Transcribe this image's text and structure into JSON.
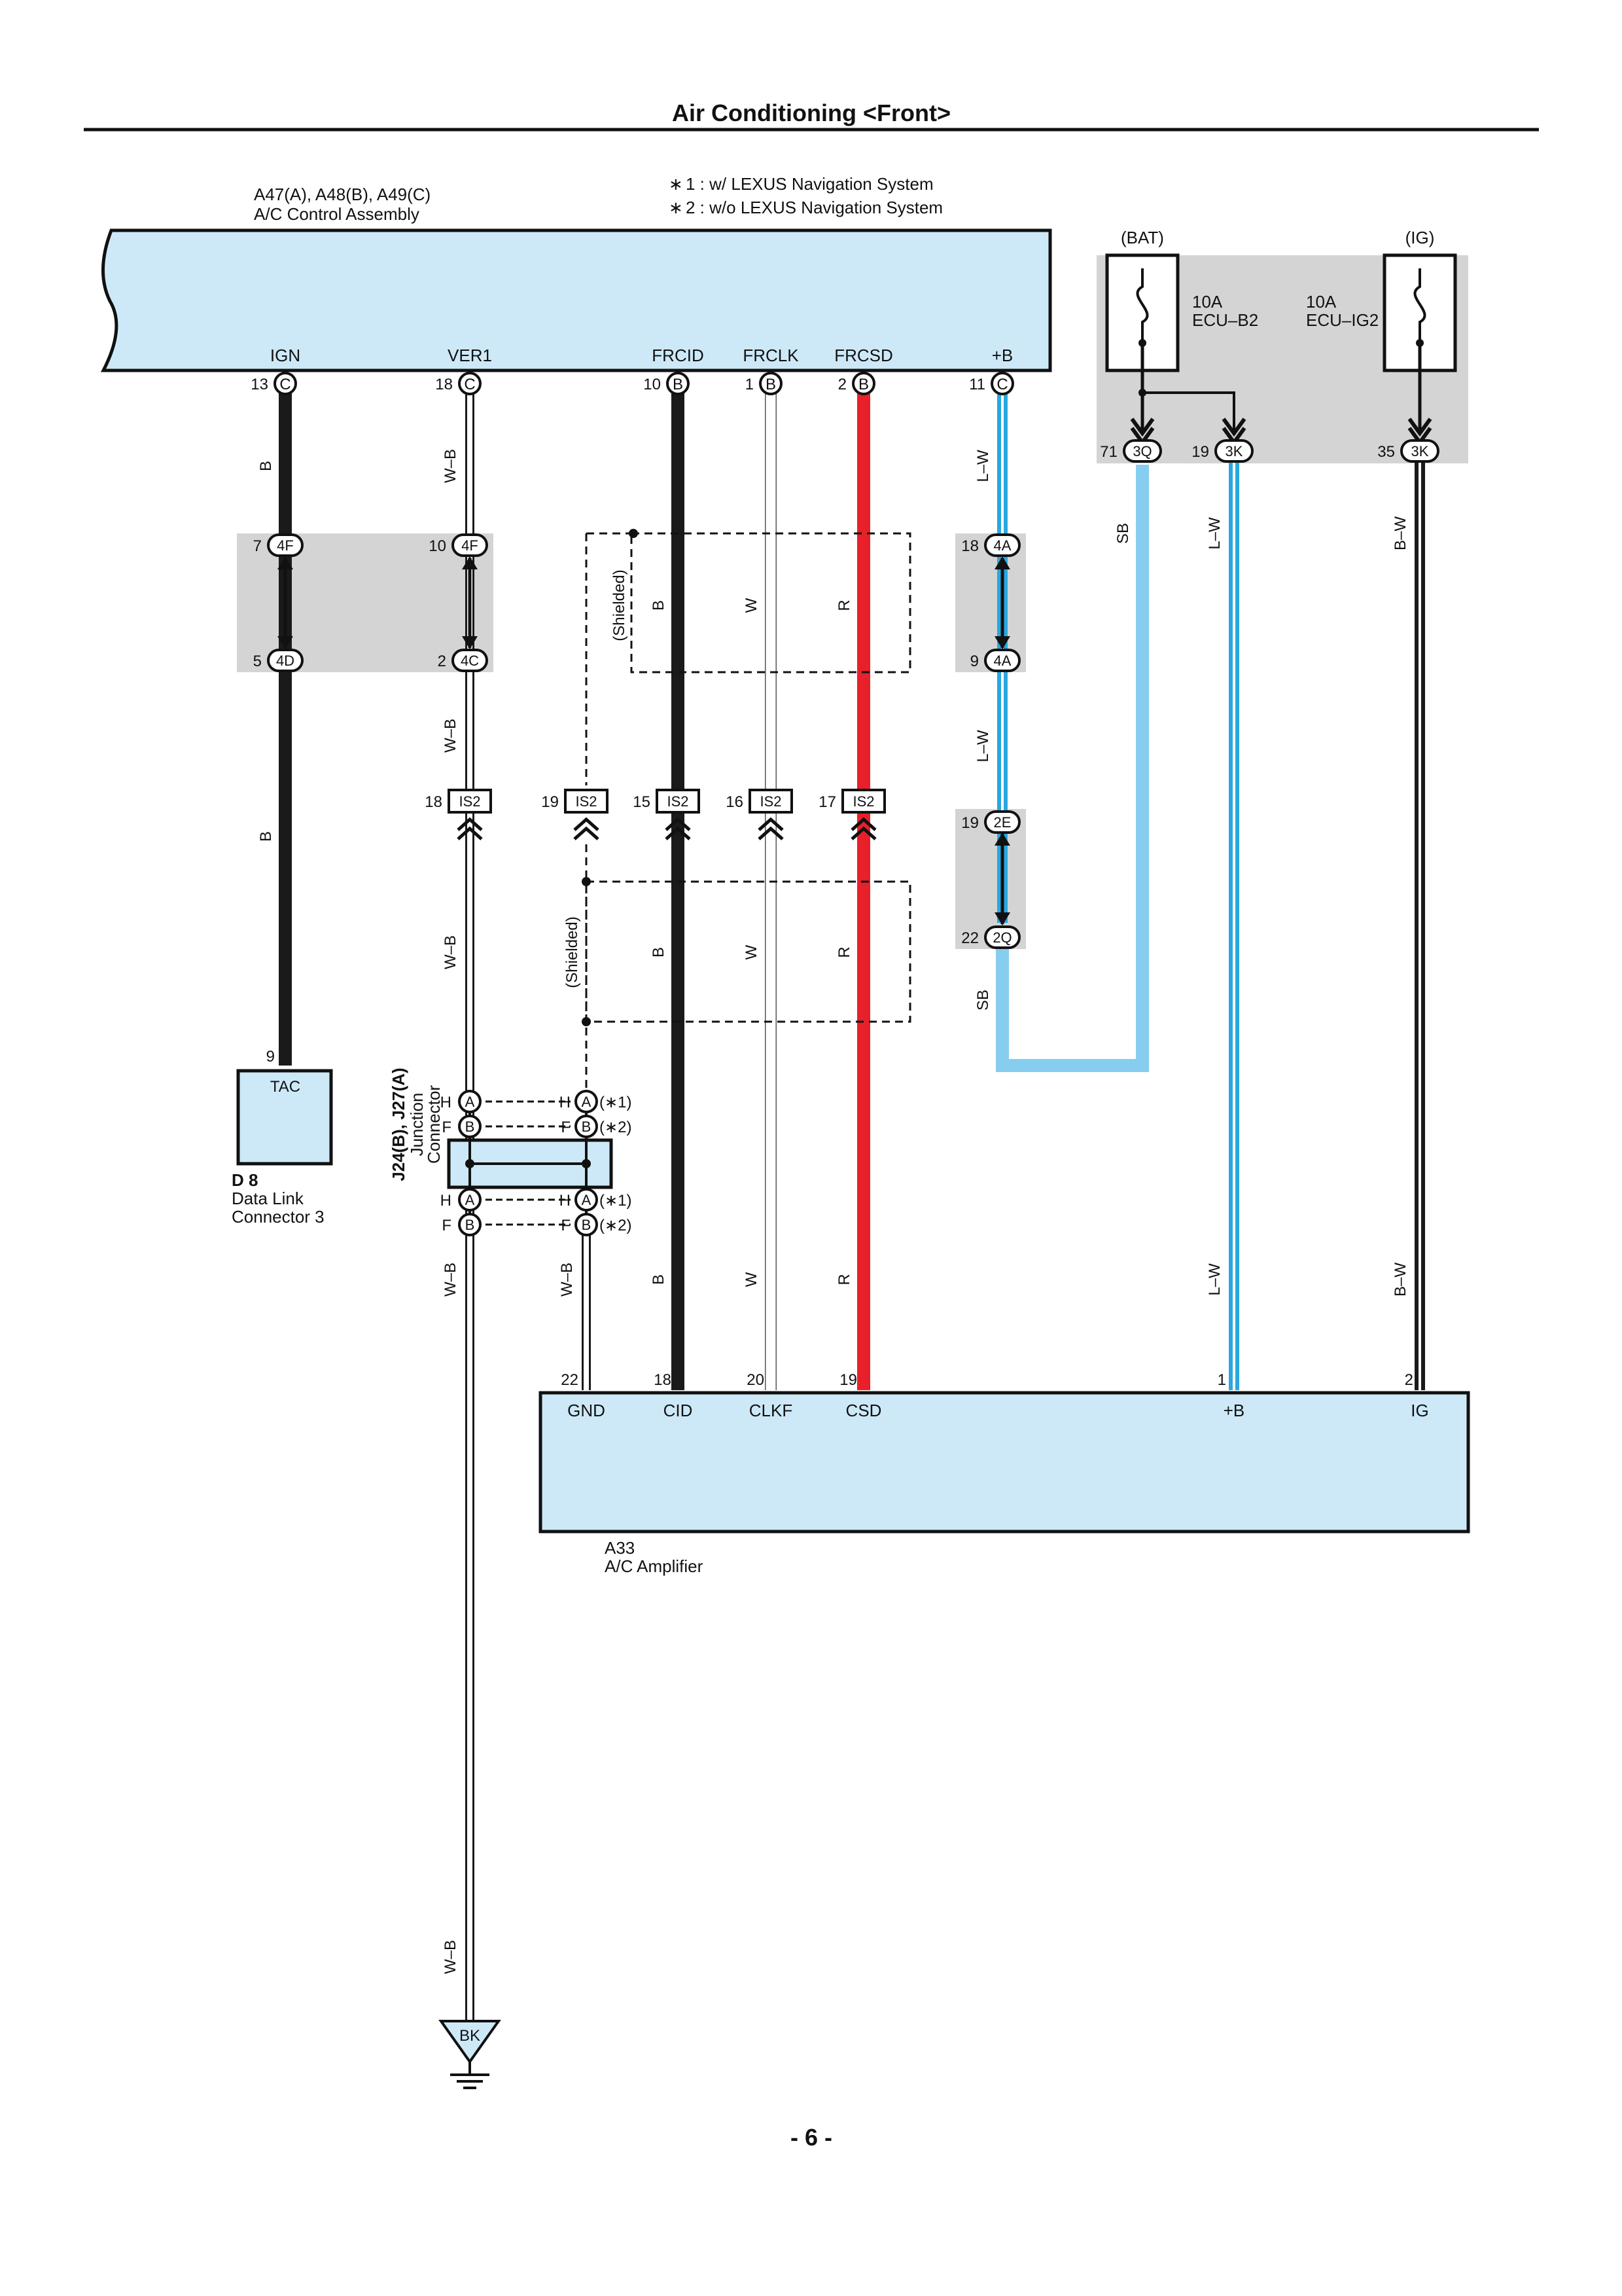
{
  "page": {
    "title": "Air Conditioning <Front>",
    "page_number": "- 6 -"
  },
  "notes": {
    "note1": "1 : w/ LEXUS Navigation System",
    "note2": "2 : w/o LEXUS Navigation System",
    "star": "∗"
  },
  "components": {
    "ac_control": {
      "code": "A47(A), A48(B), A49(C)",
      "name": "A/C Control Assembly"
    },
    "ac_amplifier": {
      "code": "A33",
      "name": "A/C Amplifier"
    },
    "dlc": {
      "code": "D 8",
      "name1": "Data Link",
      "name2": "Connector 3",
      "pin_label": "TAC",
      "pin_num": "9"
    },
    "junction": {
      "code": "J24(B), J27(A)",
      "name1": "Junction",
      "name2": "Connector"
    },
    "fuse_box": {
      "bat": "(BAT)",
      "ig": "(IG)",
      "fuse1_amp": "10A",
      "fuse1_name": "ECU–B2",
      "fuse2_amp": "10A",
      "fuse2_name": "ECU–IG2"
    },
    "ground": {
      "label": "BK"
    },
    "shielded": "(Shielded)"
  },
  "control_pins": {
    "ign": {
      "label": "IGN",
      "num": "13",
      "conn": "C"
    },
    "ver1": {
      "label": "VER1",
      "num": "18",
      "conn": "C"
    },
    "frcid": {
      "label": "FRCID",
      "num": "10",
      "conn": "B"
    },
    "frclk": {
      "label": "FRCLK",
      "num": "1",
      "conn": "B"
    },
    "frcsd": {
      "label": "FRCSD",
      "num": "2",
      "conn": "B"
    },
    "plusb": {
      "label": "+B",
      "num": "11",
      "conn": "C"
    }
  },
  "amp_pins": {
    "gnd": {
      "label": "GND",
      "num": "22"
    },
    "cid": {
      "label": "CID",
      "num": "18"
    },
    "clkf": {
      "label": "CLKF",
      "num": "20"
    },
    "csd": {
      "label": "CSD",
      "num": "19"
    },
    "plusb": {
      "label": "+B",
      "num": "1"
    },
    "ig": {
      "label": "IG",
      "num": "2"
    }
  },
  "connectors": {
    "c4f_7": {
      "num": "7",
      "conn": "4F"
    },
    "c4d_5": {
      "num": "5",
      "conn": "4D"
    },
    "c4f_10": {
      "num": "10",
      "conn": "4F"
    },
    "c4c_2": {
      "num": "2",
      "conn": "4C"
    },
    "c4a_18": {
      "num": "18",
      "conn": "4A"
    },
    "c4a_9": {
      "num": "9",
      "conn": "4A"
    },
    "c2e_19": {
      "num": "19",
      "conn": "2E"
    },
    "c2q_22": {
      "num": "22",
      "conn": "2Q"
    },
    "c3q_71": {
      "num": "71",
      "conn": "3Q"
    },
    "c3k_19": {
      "num": "19",
      "conn": "3K"
    },
    "c3k_35": {
      "num": "35",
      "conn": "3K"
    },
    "is2_18": {
      "num": "18",
      "conn": "IS2"
    },
    "is2_19": {
      "num": "19",
      "conn": "IS2"
    },
    "is2_15": {
      "num": "15",
      "conn": "IS2"
    },
    "is2_16": {
      "num": "16",
      "conn": "IS2"
    },
    "is2_17": {
      "num": "17",
      "conn": "IS2"
    }
  },
  "junction_pins": {
    "h": "H",
    "f": "F",
    "a": "A",
    "b": "B",
    "note1": "(∗1)",
    "note2": "(∗2)"
  },
  "wires": {
    "B": "B",
    "WB": "W–B",
    "W": "W",
    "R": "R",
    "LW": "L–W",
    "SB": "SB",
    "BW": "B–W"
  },
  "colors": {
    "blue_fill": "#cde9f8",
    "gray_fill": "#d4d4d4",
    "wire_black": "#1a1a1a",
    "wire_red": "#e8202a",
    "wire_blue": "#2aa7df",
    "wire_skyblue": "#86cdf0"
  }
}
